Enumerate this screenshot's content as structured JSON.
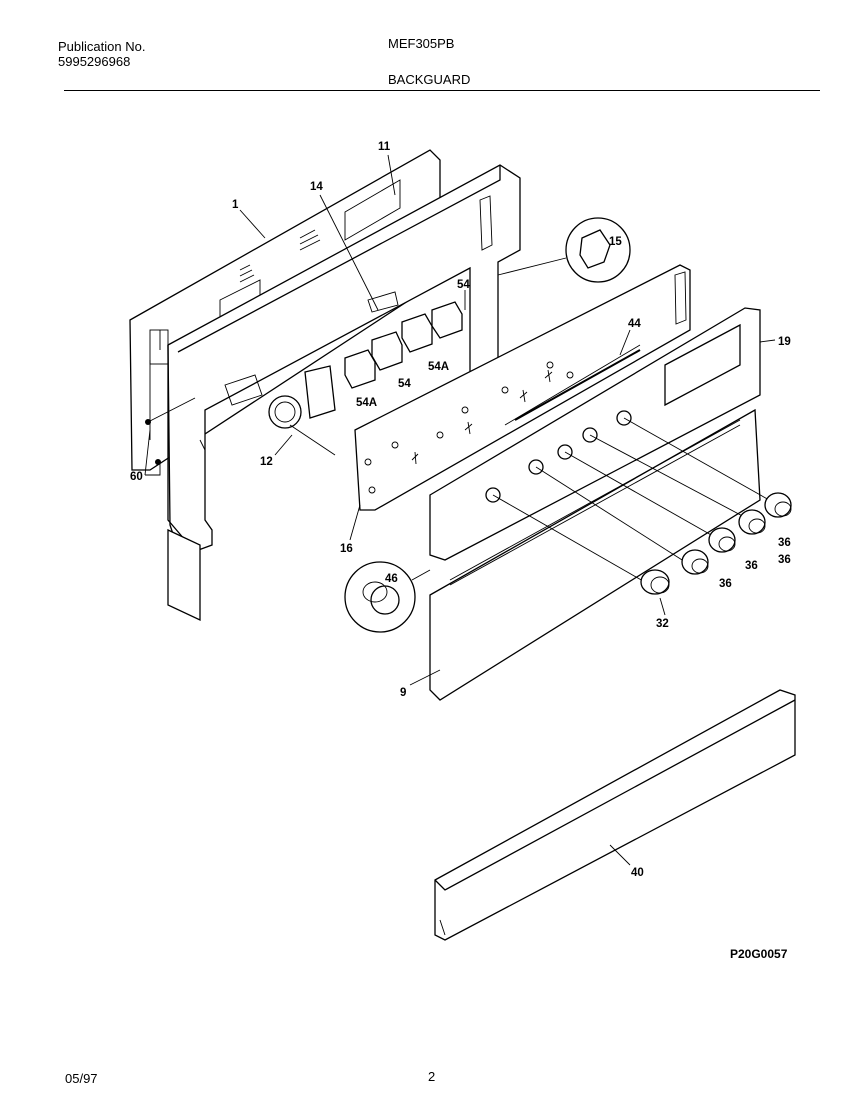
{
  "header": {
    "publication_label": "Publication No.",
    "publication_number": "5995296968",
    "model": "MEF305PB",
    "section": "BACKGUARD"
  },
  "diagram": {
    "drawing_code": "P20G0057",
    "callouts": {
      "c1": "1",
      "c11": "11",
      "c14": "14",
      "c15": "15",
      "c54a": "54",
      "c54b": "54",
      "c54A1": "54A",
      "c54A2": "54A",
      "c44": "44",
      "c19": "19",
      "c12": "12",
      "c60": "60",
      "c16": "16",
      "c46": "46",
      "c36a": "36",
      "c36b": "36",
      "c36c": "36",
      "c36d": "36",
      "c32": "32",
      "c9": "9",
      "c40": "40"
    }
  },
  "footer": {
    "date": "05/97",
    "page": "2"
  }
}
